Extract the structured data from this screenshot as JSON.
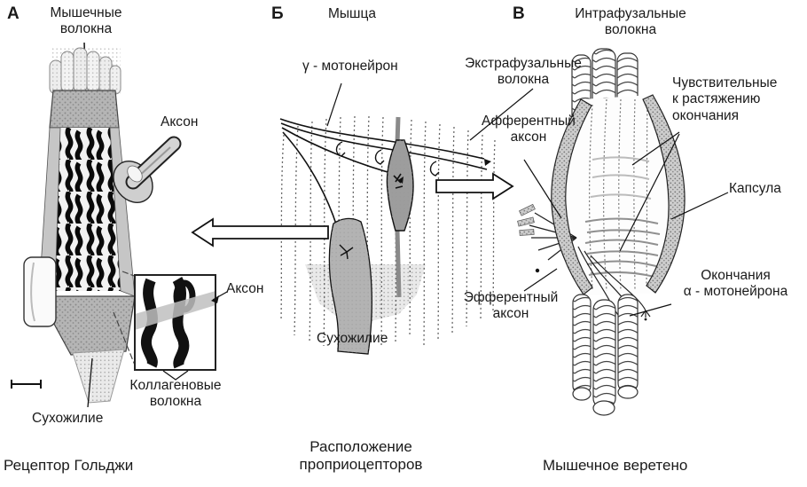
{
  "figure": {
    "description": "Muscle proprioceptors diagram",
    "colors": {
      "line": "#1a1a1a",
      "gray_band": "#b5b5b5",
      "capsule_wall": "#cdcdcd",
      "spindle_fill": "#9d9d9d",
      "golgi_fill": "#b3b3b3",
      "axon_fill": "#d4d4d4"
    }
  },
  "panels": {
    "a": {
      "letter": "А",
      "title_line1": "Мышечные",
      "title_line2": "волокна",
      "axon_label": "Аксон",
      "inset_axon_label": "Аксон",
      "collagen_line1": "Коллагеновые",
      "collagen_line2": "волокна",
      "tendon_label": "Сухожилие",
      "caption": "Рецептор Гольджи"
    },
    "b": {
      "letter": "Б",
      "title": "Мышца",
      "gamma_label": "γ - мотонейрон",
      "extrafusal_line1": "Экстрафузальные",
      "extrafusal_line2": "волокна",
      "tendon_label": "Сухожилие",
      "caption_line1": "Расположение",
      "caption_line2": "проприоцепторов"
    },
    "v": {
      "letter": "В",
      "title_line1": "Интрафузальные",
      "title_line2": "волокна",
      "afferent_line1": "Афферентный",
      "afferent_line2": "аксон",
      "sensitive_line1": "Чувствительные",
      "sensitive_line2": "к растяжению",
      "sensitive_line3": "окончания",
      "capsule_label": "Капсула",
      "efferent_line1": "Эфферентный",
      "efferent_line2": "аксон",
      "alpha_line1": "Окончания",
      "alpha_line2": "α - мотонейрона",
      "caption": "Мышечное веретено"
    }
  }
}
